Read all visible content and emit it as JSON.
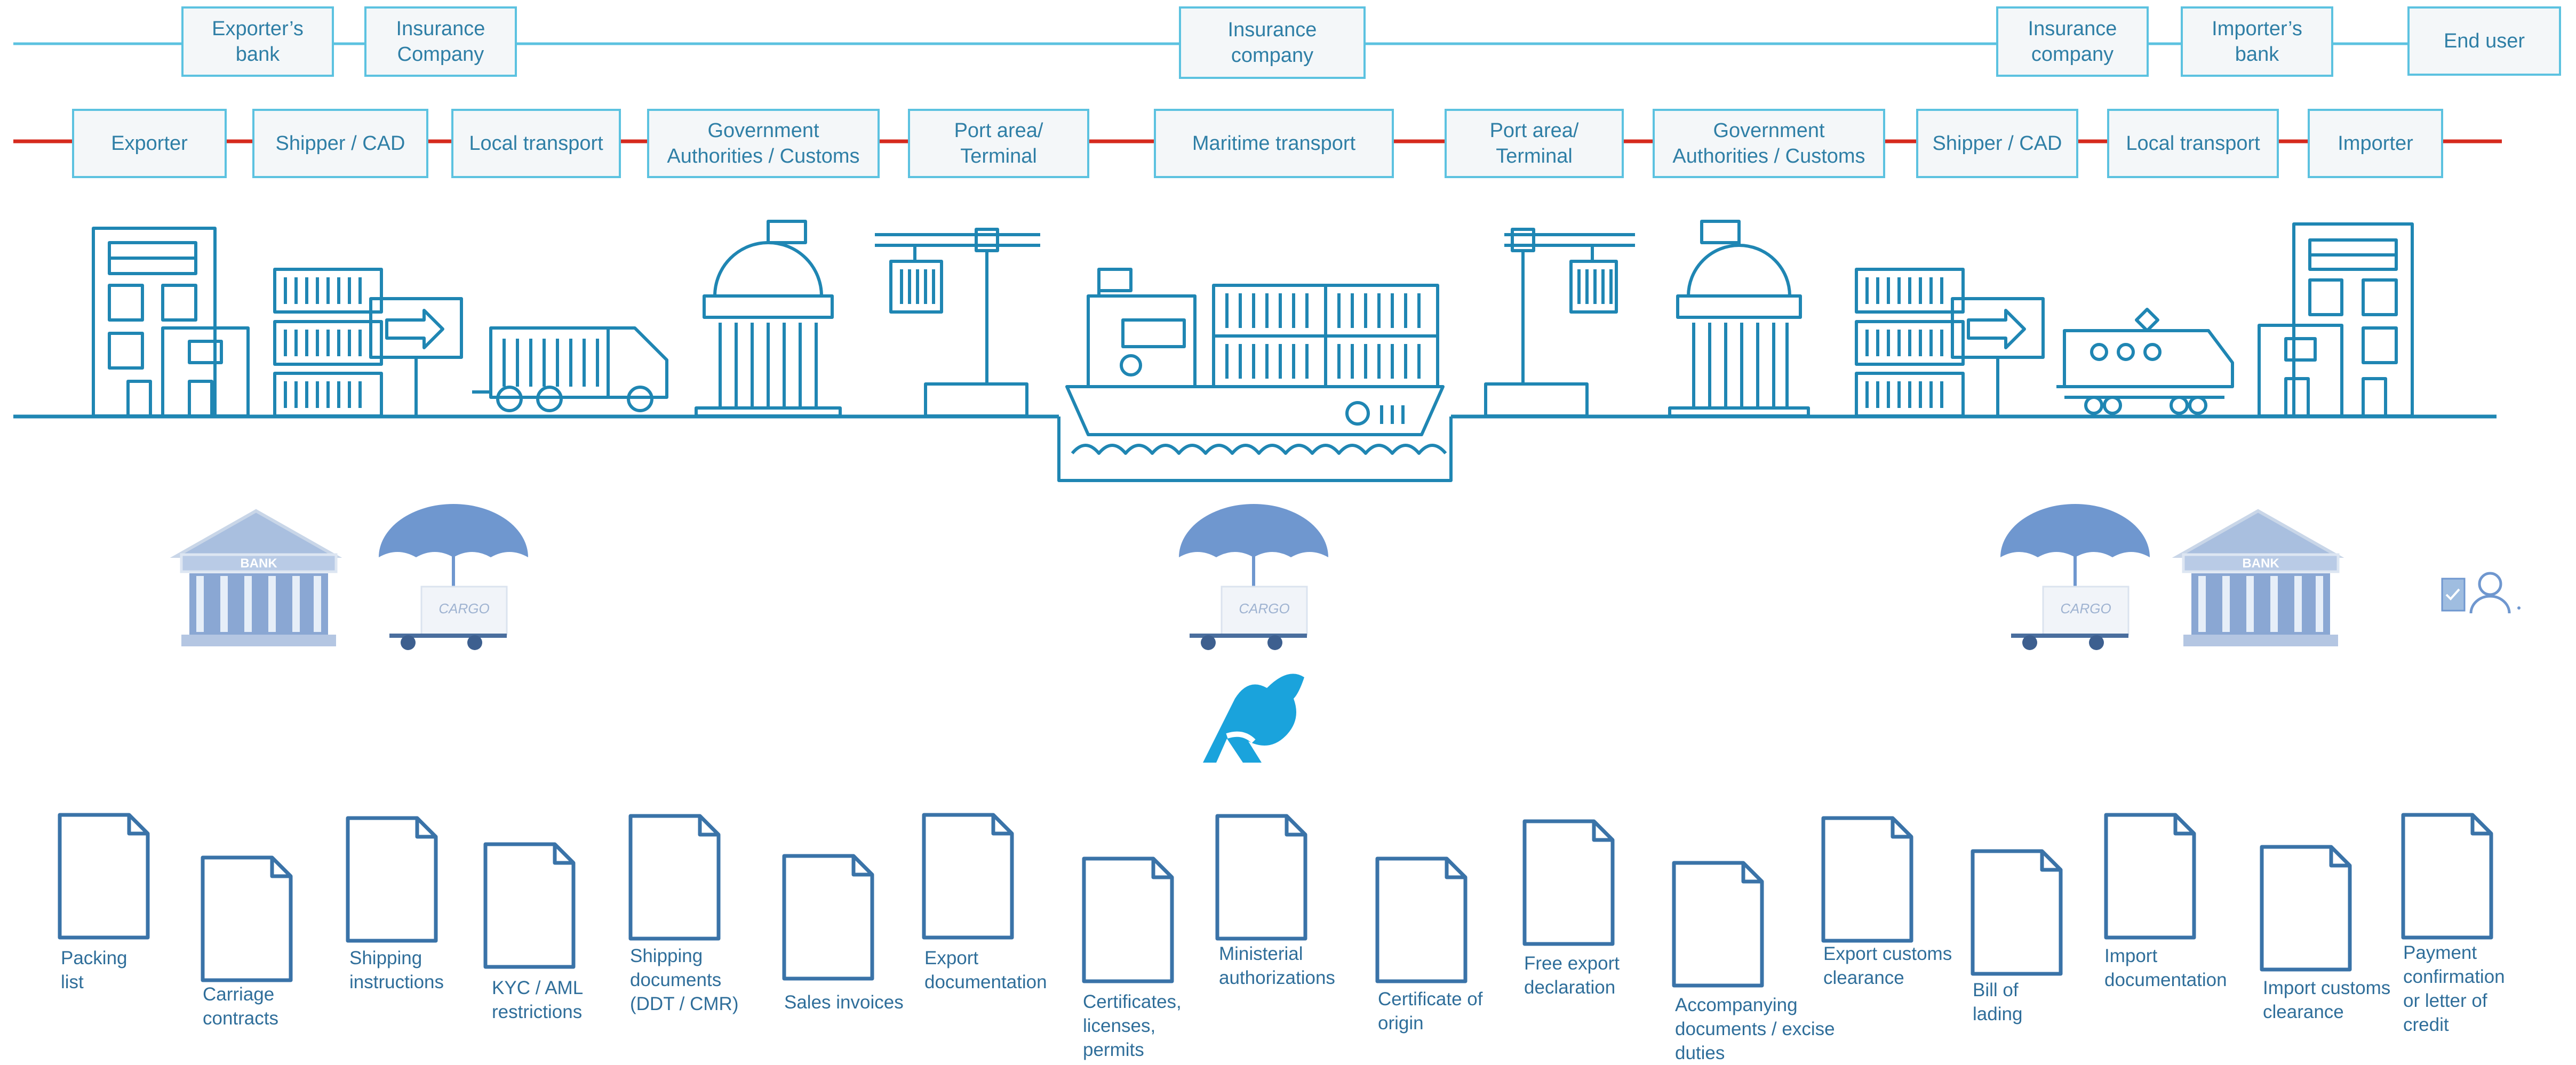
{
  "colors": {
    "line_blue": "#5cc2e0",
    "line_red": "#d62a1e",
    "illustration": "#1f86b3",
    "doc_icon": "#3a73a8",
    "text": "#2f6e9a",
    "logo": "#1aa3dc"
  },
  "top_row": [
    {
      "label": "Exporter’s\nbank"
    },
    {
      "label": "Insurance\nCompany"
    },
    {
      "label": "Insurance\ncompany"
    },
    {
      "label": "Insurance\ncompany"
    },
    {
      "label": "Importer’s\nbank"
    },
    {
      "label": "End user"
    }
  ],
  "middle_row": [
    {
      "label": "Exporter"
    },
    {
      "label": "Shipper /  CAD"
    },
    {
      "label": "Local transport"
    },
    {
      "label": "Government\nAuthorities / Customs"
    },
    {
      "label": "Port area/\nTerminal"
    },
    {
      "label": "Maritime transport"
    },
    {
      "label": "Port area/\nTerminal"
    },
    {
      "label": "Government\nAuthorities / Customs"
    },
    {
      "label": "Shipper /  CAD"
    },
    {
      "label": "Local transport"
    },
    {
      "label": "Importer"
    }
  ],
  "icons": {
    "bank_sign": "BANK",
    "cargo_sign": "CARGO"
  },
  "documents": [
    {
      "label": "Packing\nlist"
    },
    {
      "label": "Carriage\ncontracts"
    },
    {
      "label": "Shipping\ninstructions"
    },
    {
      "label": "KYC / AML\nrestrictions"
    },
    {
      "label": "Shipping\ndocuments\n(DDT / CMR)"
    },
    {
      "label": "Sales invoices"
    },
    {
      "label": "Export\ndocumentation"
    },
    {
      "label": "Certificates,\nlicenses,\npermits"
    },
    {
      "label": "Ministerial\nauthorizations"
    },
    {
      "label": "Certificate of\norigin"
    },
    {
      "label": "Free export\ndeclaration"
    },
    {
      "label": "Accompanying\ndocuments / excise\nduties"
    },
    {
      "label": "Export customs\nclearance"
    },
    {
      "label": "Bill of\nlading"
    },
    {
      "label": "Import\ndocumentation"
    },
    {
      "label": "Import customs\nclearance"
    },
    {
      "label": "Payment\nconfirmation\nor letter of\ncredit"
    }
  ]
}
